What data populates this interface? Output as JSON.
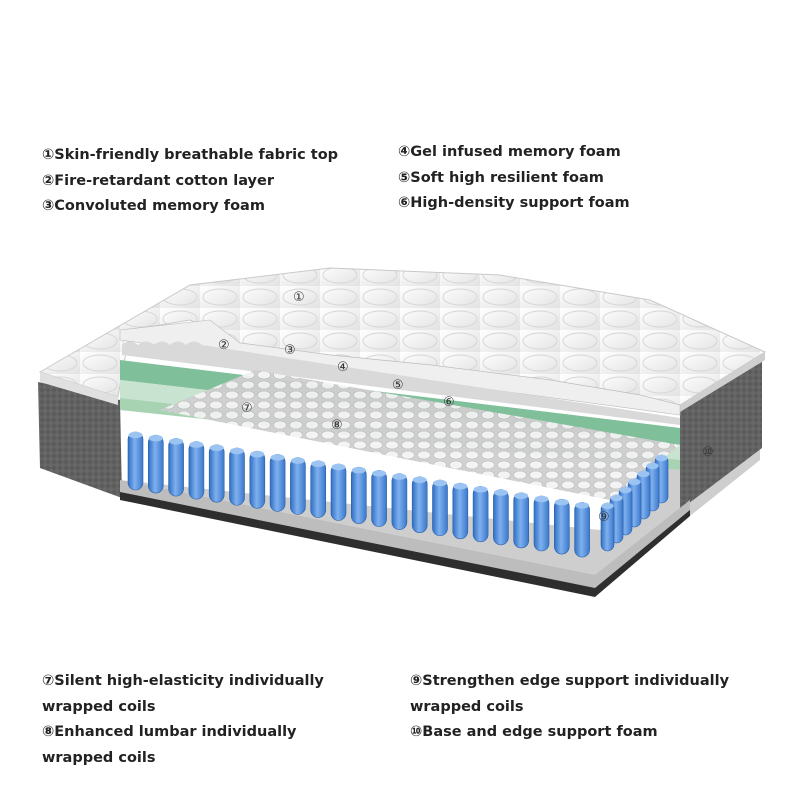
{
  "legend": {
    "item1": "①Skin-friendly breathable fabric top",
    "item2": "②Fire-retardant cotton layer",
    "item3": "③Convoluted memory foam",
    "item4": "④Gel infused memory foam",
    "item5": "⑤Soft high resilient foam",
    "item6": "⑥High-density support foam",
    "item7_line1": "⑦Silent high-elasticity individually",
    "item7_line2": "wrapped coils",
    "item8_line1": "⑧Enhanced lumbar individually",
    "item8_line2": "wrapped coils",
    "item9_line1": "⑨Strengthen edge support individually",
    "item9_line2": "wrapped coils",
    "item10": "⑩Base and edge support foam"
  },
  "callouts": {
    "c1": "①",
    "c2": "②",
    "c3": "③",
    "c4": "④",
    "c5": "⑤",
    "c6": "⑥",
    "c7": "⑦",
    "c8": "⑧",
    "c9": "⑨",
    "c10": "⑩"
  },
  "colors": {
    "fabric_top": "#f4f4f4",
    "gel_foam": "#7fbf9a",
    "soft_foam": "#c8e3cf",
    "coil_blue": "#4a86d4",
    "coil_white": "#e6e6e6",
    "side_fabric": "#5a5a5a"
  }
}
